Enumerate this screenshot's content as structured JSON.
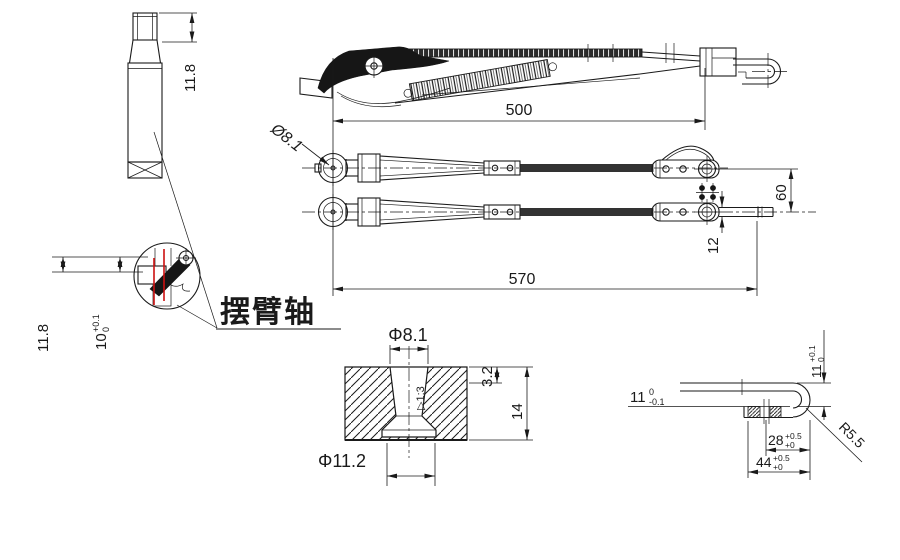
{
  "drawing": {
    "title_label": "摆臂轴",
    "colors": {
      "line": "#1a1a1a",
      "accent_red": "#cc1111",
      "background": "#ffffff"
    },
    "dimensions": {
      "arm_length_500": "500",
      "arm_length_570": "570",
      "offset_60": "60",
      "rod_width_12": "12",
      "shaft_top_11_8": "11.8",
      "detail_11_8": "11.8",
      "detail_10": {
        "value": "10",
        "upper": "+0.1",
        "lower": "0"
      },
      "plan_hole_dia": "Ø8.1",
      "section_top_dia": "Φ8.1",
      "section_taper": "▷1:3",
      "section_3_2": "3.2",
      "section_14": "14",
      "section_bottom_dia": "Φ11.2",
      "hook_11_left": {
        "value": "11",
        "upper": "0",
        "lower": "-0.1"
      },
      "hook_11_right": {
        "value": "11",
        "upper": "+0.1",
        "lower": "0"
      },
      "hook_28": {
        "value": "28",
        "upper": "+0.5",
        "lower": "+0"
      },
      "hook_44": {
        "value": "44",
        "upper": "+0.5",
        "lower": "+0"
      },
      "hook_radius": "R5.5"
    }
  }
}
